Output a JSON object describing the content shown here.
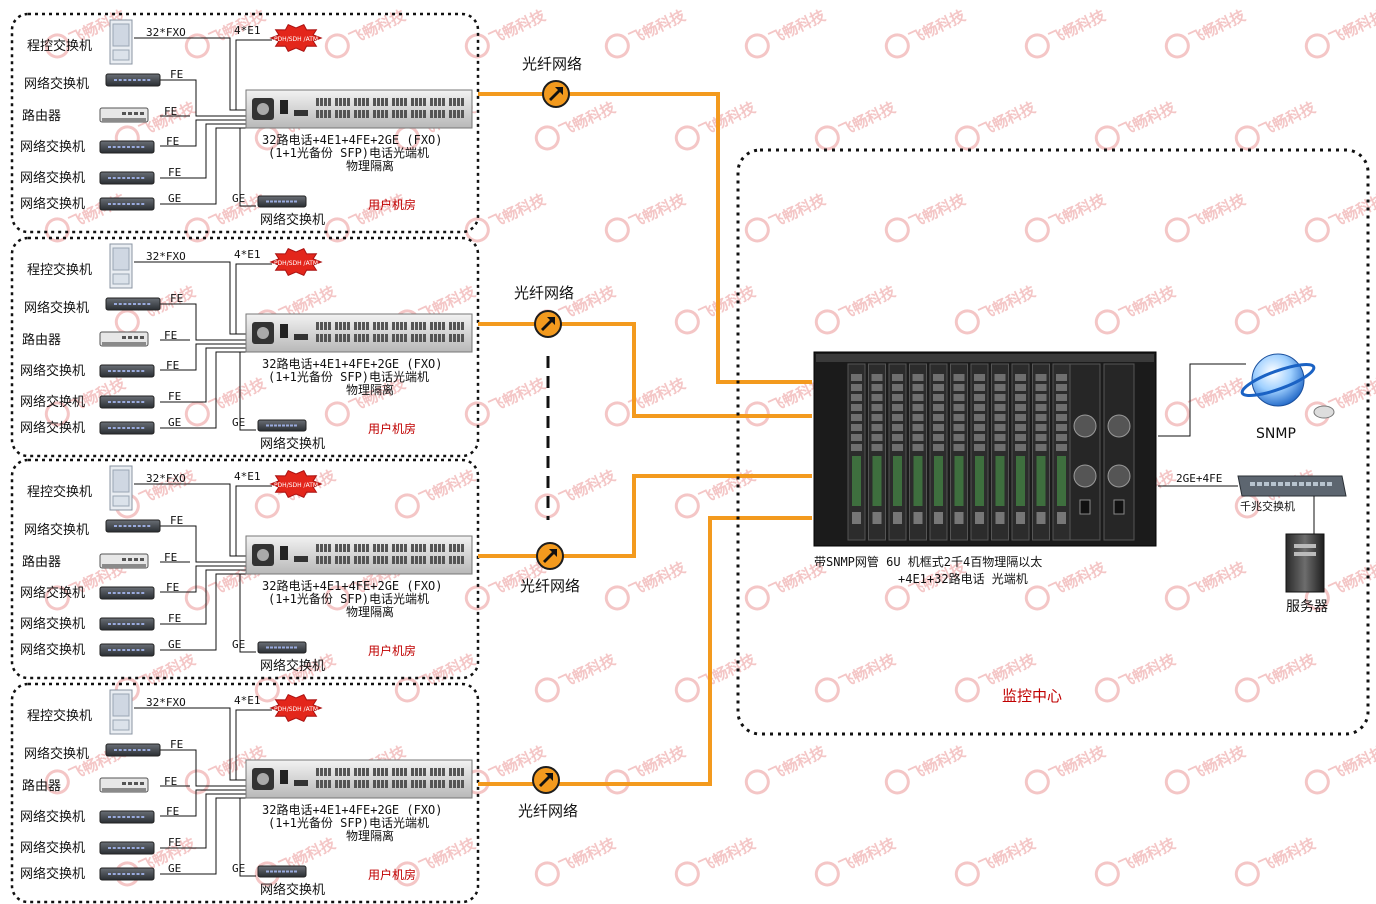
{
  "site": {
    "pbx": "程控交换机",
    "switch": "网络交换机",
    "router": "路由器",
    "fxo_port": "32*FXO",
    "e1_port": "4*E1",
    "fe_port": "FE",
    "ge_port": "GE",
    "pdh_badge": "PDH/SDH /ATM",
    "desc_line1": "32路电话+4E1+4FE+2GE (FXO)",
    "desc_line2": "(1+1光备份 SFP)电话光端机",
    "desc_line3": "物理隔离",
    "room_label": "用户机房"
  },
  "fiber_label": "光纤网络",
  "center": {
    "chassis_line1": "带SNMP网管 6U 机框式2千4百物理隔以太",
    "chassis_line2": "+4E1+32路电话 光端机",
    "snmp_label": "SNMP",
    "link_label": "2GE+4FE",
    "gig_switch": "千兆交换机",
    "server": "服务器",
    "center_label": "监控中心"
  },
  "watermark": "飞畅科技",
  "colors": {
    "fiber": "#f39a1e",
    "room_text": "#c00000",
    "watermark": "#f4c6c6"
  }
}
